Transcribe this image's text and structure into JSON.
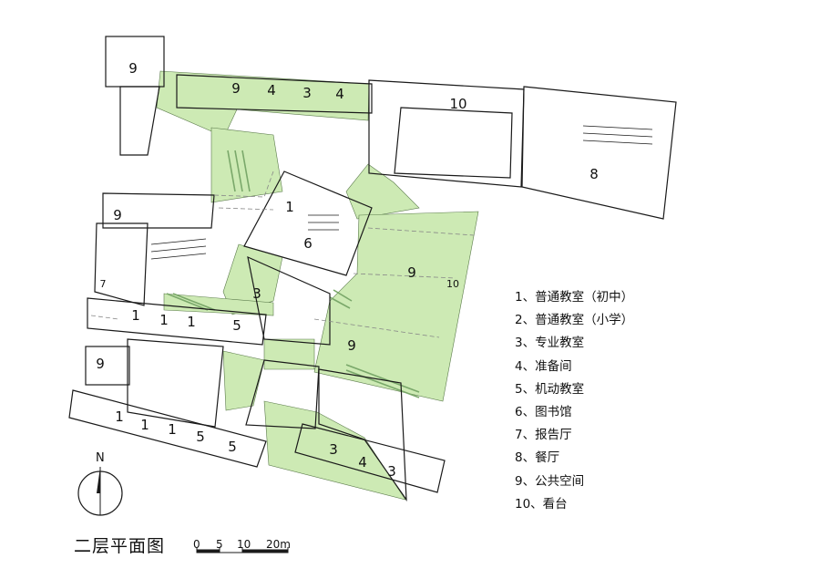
{
  "title": "二层平面图",
  "north": "N",
  "scale": {
    "ticks": [
      "0",
      "5",
      "10",
      "20m"
    ]
  },
  "legend": [
    "1、普通教室（初中）",
    "2、普通教室（小学）",
    "3、专业教室",
    "4、准备间",
    "5、机动教室",
    "6、图书馆",
    "7、报告厅",
    "8、餐厅",
    "9、公共空间",
    "10、看台"
  ],
  "room_labels": {
    "r9_top": "9",
    "r9_green": "9",
    "r4_a": "4",
    "r3_a": "3",
    "r4_b": "4",
    "r10_top": "10",
    "r8": "8",
    "r9_left": "9",
    "r1_center": "1",
    "r6": "6",
    "r9_center": "9",
    "r10_right": "10",
    "r7": "7",
    "r3_center": "3",
    "r1_row1_a": "1",
    "r1_row1_b": "1",
    "r1_row1_c": "1",
    "r5_row1": "5",
    "r9_low": "9",
    "r9_lower_left": "9",
    "r1_row2_a": "1",
    "r1_row2_b": "1",
    "r1_row2_c": "1",
    "r5_row2_a": "5",
    "r5_row2_b": "5",
    "r3_bottom_a": "3",
    "r4_bottom": "4",
    "r3_bottom_b": "3"
  },
  "colors": {
    "green_space": "#cdeab4",
    "stripe": "#7aa86a",
    "line": "#1a1a1a",
    "grid": "#888888"
  }
}
